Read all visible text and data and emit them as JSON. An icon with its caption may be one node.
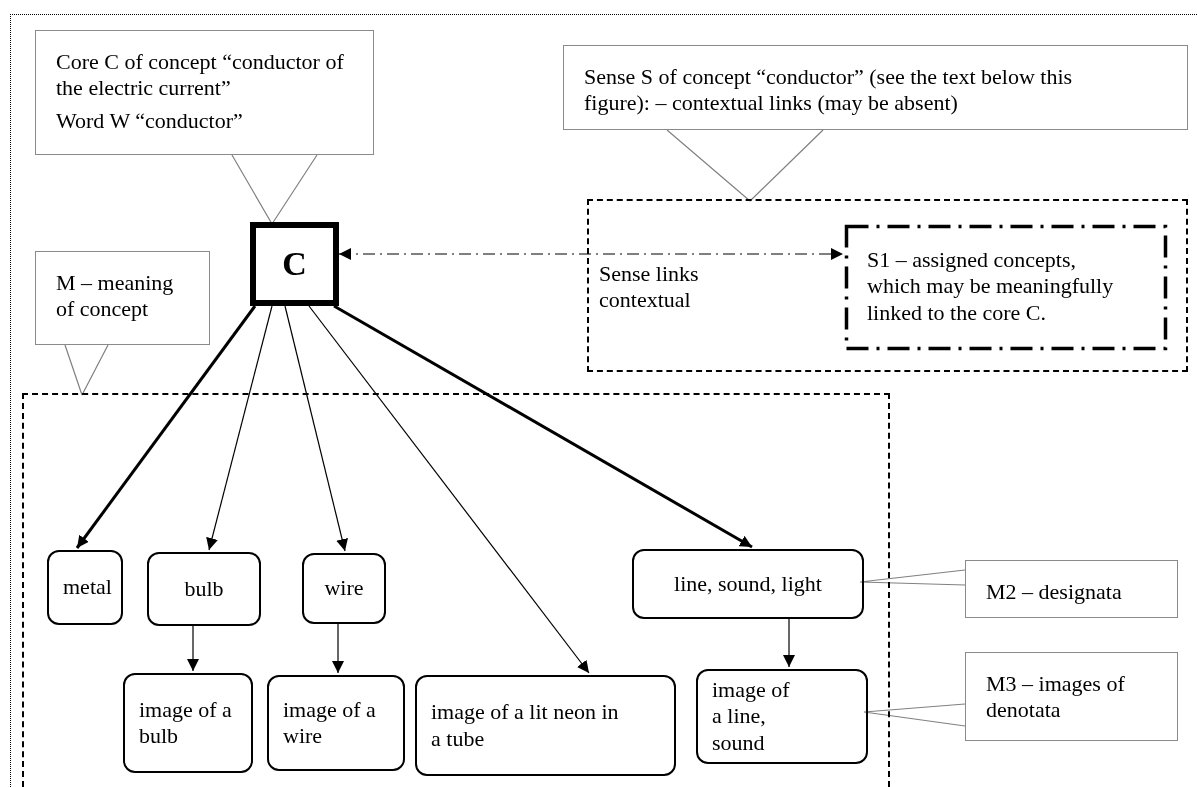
{
  "diagram": {
    "nodes": [
      {
        "text": [
          "Core C of concept “conductor of the electric current”",
          "Word W “conductor”"
        ]
      },
      {
        "text": [
          "Sense S of concept “conductor” (see the text below this figure): – contextual links (may be absent)"
        ]
      },
      {
        "text": [
          "C"
        ]
      },
      {
        "text": [
          "M – meaning of concept"
        ]
      },
      {
        "text": [
          "Sense links contextual"
        ]
      },
      {
        "text": [
          "S1 – assigned concepts, which may be meaningfully linked to the core C."
        ],
        "in": 4
      },
      {
        "text": [],
        "shape": "box"
      },
      {
        "text": [
          "metal"
        ],
        "in": 6
      },
      {
        "text": [
          "bulb"
        ],
        "in": 6
      },
      {
        "text": [
          "wire"
        ],
        "in": 6
      },
      {
        "text": [
          "line, sound, light"
        ],
        "in": 6
      },
      {
        "text": [
          "image of a bulb"
        ],
        "in": 6
      },
      {
        "text": [
          "image of a wire"
        ],
        "in": 6
      },
      {
        "text": [
          "image of a lit neon in a tube"
        ],
        "in": 6
      },
      {
        "text": [
          "image of a line, sound"
        ],
        "in": 6
      },
      {
        "text": [
          "M2 – designata"
        ]
      },
      {
        "text": [
          "M3 – images of denotata"
        ]
      }
    ],
    "edges": [
      {
        "from": 0,
        "to": 2,
        "arrow": "none",
        "color": "#808080"
      },
      {
        "from": 1,
        "to": 4,
        "arrow": "none",
        "color": "#808080"
      },
      {
        "from": 3,
        "to": 6,
        "arrow": "none",
        "color": "#808080"
      },
      {
        "from": 15,
        "to": 10,
        "arrow": "none",
        "color": "#808080"
      },
      {
        "from": 16,
        "to": 14,
        "arrow": "none",
        "color": "#808080"
      },
      {
        "from": 2,
        "to": 5,
        "arrow": "both",
        "style": "dashed"
      },
      {
        "from": 2,
        "to": 7,
        "arrow": "to",
        "style": "thick"
      },
      {
        "from": 2,
        "to": 8,
        "arrow": "to"
      },
      {
        "from": 2,
        "to": 9,
        "arrow": "to"
      },
      {
        "from": 2,
        "to": 13,
        "arrow": "to"
      },
      {
        "from": 2,
        "to": 10,
        "arrow": "to",
        "style": "thick"
      },
      {
        "from": 8,
        "to": 11,
        "arrow": "to"
      },
      {
        "from": 9,
        "to": 12,
        "arrow": "to"
      },
      {
        "from": 10,
        "to": 14,
        "arrow": "to"
      }
    ]
  }
}
